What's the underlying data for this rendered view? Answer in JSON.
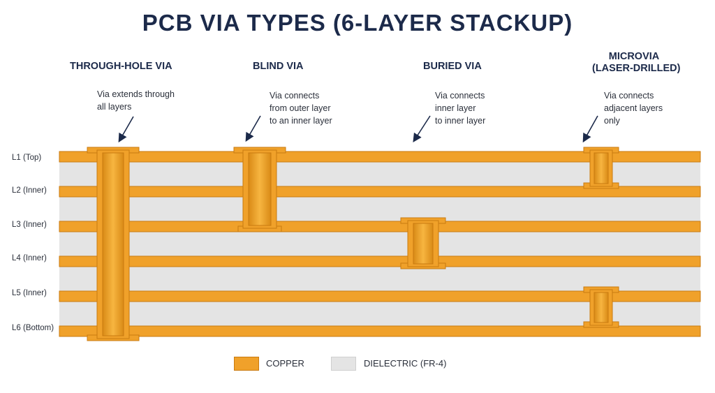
{
  "title": "PCB VIA TYPES (6-LAYER STACKUP)",
  "via_types": [
    {
      "heading": "THROUGH-HOLE VIA",
      "description": [
        "Via extends through",
        "all layers"
      ]
    },
    {
      "heading": "BLIND VIA",
      "description": [
        "Via connects",
        "from outer layer",
        "to an inner layer"
      ]
    },
    {
      "heading": "BURIED VIA",
      "description": [
        "Via connects",
        "inner layer",
        "to inner layer"
      ]
    },
    {
      "heading_lines": [
        "MICROVIA",
        "(LASER-DRILLED)"
      ],
      "description": [
        "Via connects",
        "adjacent layers",
        "only"
      ]
    }
  ],
  "layers": [
    "L1 (Top)",
    "L2 (Inner)",
    "L3 (Inner)",
    "L4 (Inner)",
    "L5 (Inner)",
    "L6 (Bottom)"
  ],
  "legend": [
    {
      "label": "COPPER",
      "color": "#f0a12a"
    },
    {
      "label": "DIELECTRIC (FR-4)",
      "color": "#e4e4e4"
    }
  ],
  "colors": {
    "title": "#1c2a4a",
    "copper": "#f0a12a",
    "copper_edge": "#c97a10",
    "dielectric": "#e4e4e4"
  }
}
